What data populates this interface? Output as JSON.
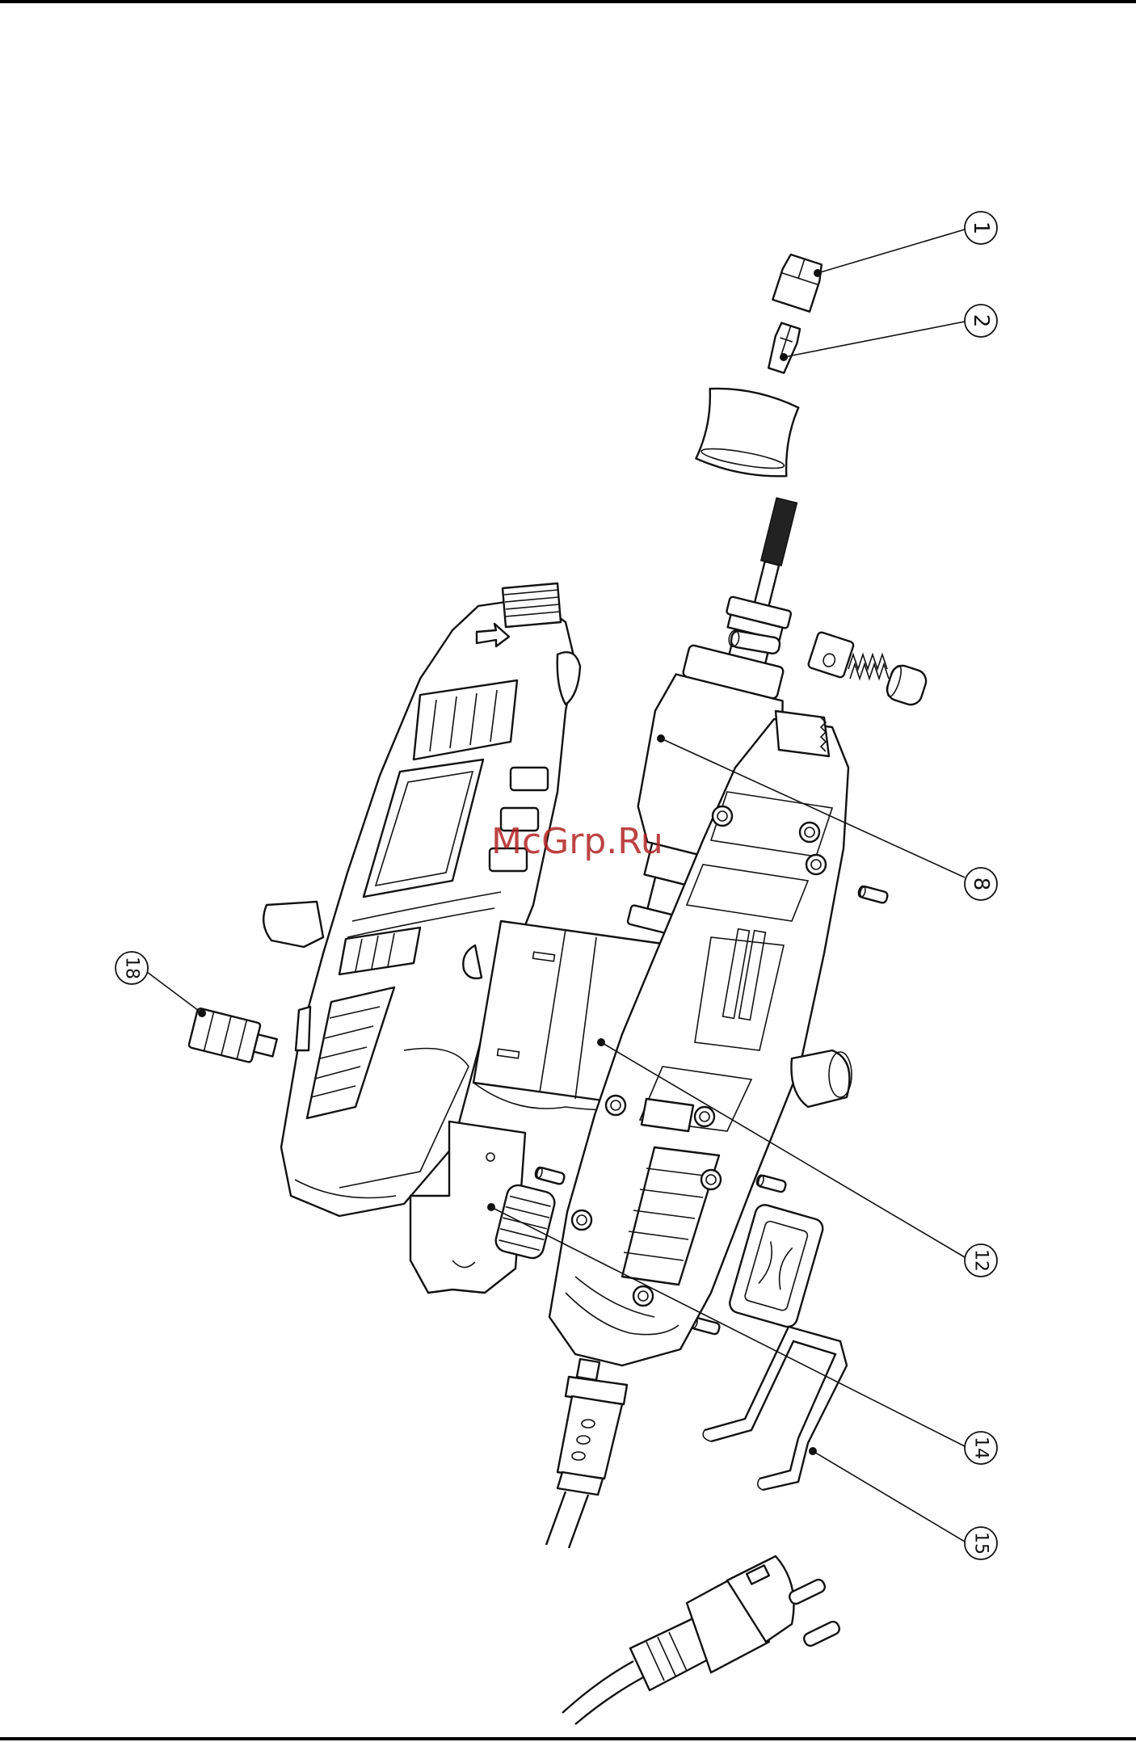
{
  "watermark": "McGrp.Ru",
  "callouts": [
    {
      "id": "c1",
      "label": "1"
    },
    {
      "id": "c2",
      "label": "2"
    },
    {
      "id": "c8",
      "label": "8"
    },
    {
      "id": "c12",
      "label": "12"
    },
    {
      "id": "c14",
      "label": "14"
    },
    {
      "id": "c15",
      "label": "15"
    },
    {
      "id": "c18",
      "label": "18"
    }
  ]
}
